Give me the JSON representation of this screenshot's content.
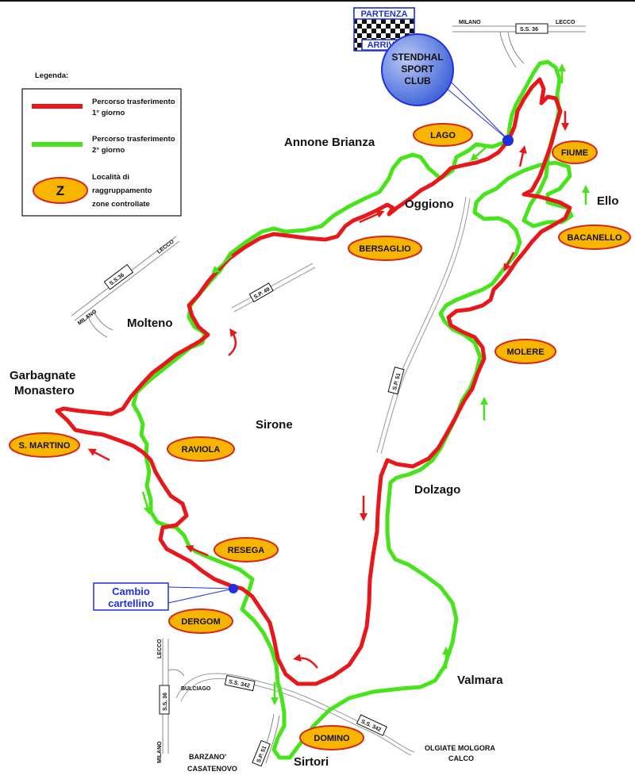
{
  "legend": {
    "title": "Legenda:",
    "red_line": [
      "Percorso trasferimento",
      "1° giorno"
    ],
    "green_line": [
      "Percorso trasferimento",
      "2° giorno"
    ],
    "zone_symbol": "Z",
    "zone_text": [
      "Località di",
      "raggruppamento",
      "zone controllate"
    ]
  },
  "start_finish": {
    "top": "PARTENZA",
    "bottom": "ARRIVO",
    "club": [
      "STENDHAL",
      "SPORT",
      "CLUB"
    ]
  },
  "cambio": [
    "Cambio",
    "cartellino"
  ],
  "places": {
    "annone": "Annone Brianza",
    "oggiono": "Oggiono",
    "ello": "Ello",
    "molteno": "Molteno",
    "garbagnate": [
      "Garbagnate",
      "Monastero"
    ],
    "sirone": "Sirone",
    "dolzago": "Dolzago",
    "valmara": "Valmara",
    "sirtori": "Sirtori"
  },
  "zones": {
    "lago": "LAGO",
    "fiume": "FIUME",
    "bacanello": "BACANELLO",
    "bersaglio": "BERSAGLIO",
    "molere": "MOLERE",
    "smartino": "S. MARTINO",
    "raviola": "RAVIOLA",
    "resega": "RESEGA",
    "dergom": "DERGOM",
    "domino": "DOMINO"
  },
  "roads": {
    "ss36_top": "S.S. 36",
    "milano": "MILANO",
    "lecco": "LECCO",
    "ss36_left": "S.S.36",
    "sp49": "S.P. 49",
    "sp51": "S.P. 51",
    "ss342": "S.S. 342",
    "ss36_bottom": "S.S. 36",
    "sp51_bottom": "S.P. 51",
    "bulciago": "BULCIAGO",
    "barzano": "BARZANO'",
    "casatenovo": "CASATENOVO",
    "olgiate": "OLGIATE MOLGORA",
    "calco": "CALCO"
  },
  "colors": {
    "day1": "#e8171c",
    "day2": "#47e41b",
    "zone_fill": "#f7b500",
    "zone_stroke": "#d7261c",
    "blue": "#1f2fe0",
    "club_fill": "#3e63d9"
  }
}
